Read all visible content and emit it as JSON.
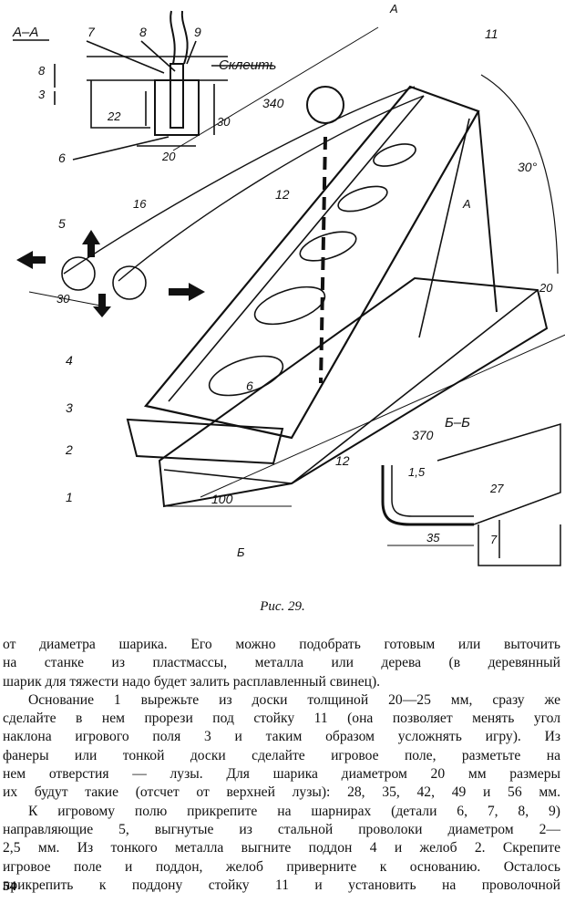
{
  "figure": {
    "section_aa": "А–А",
    "section_bb": "Б–Б",
    "section_mark_a": "А",
    "section_mark_b": "Б",
    "glue_label": "Склеить",
    "parts": [
      "1",
      "2",
      "3",
      "4",
      "5",
      "6",
      "7",
      "8",
      "9",
      "11",
      "12",
      "12",
      "6"
    ],
    "dims": {
      "d8": "8",
      "d3": "3",
      "d22": "22",
      "d30": "30",
      "d20": "20",
      "d340": "340",
      "d16": "16",
      "d30b": "30",
      "d30deg": "30°",
      "d20r": "20",
      "d370": "370",
      "d100": "100",
      "d15": "1,5",
      "d27": "27",
      "d35": "35",
      "d7": "7"
    }
  },
  "caption": "Рис. 29.",
  "paragraphs": [
    [
      "от диаметра шарика. Его можно подобрать готовым или выточить",
      "на станке из пластмассы, металла или дерева (в деревянный",
      "шарик для тяжести надо будет залить расплавленный свинец)."
    ],
    [
      "Основание 1 вырежьте из доски толщиной 20—25 мм, сразу же",
      "сделайте в нем прорези под стойку 11 (она позволяет менять угол",
      "наклона игрового поля 3 и таким образом усложнять игру). Из",
      "фанеры или тонкой доски сделайте игровое поле, разметьте на",
      "нем отверстия — лузы. Для шарика диаметром 20 мм размеры",
      "их будут такие (отсчет от верхней лузы): 28, 35, 42, 49 и 56 мм."
    ],
    [
      "К игровому полю прикрепите на шарнирах (детали 6, 7, 8, 9)",
      "направляющие 5, выгнутые из стальной проволоки диаметром 2—",
      "2,5 мм. Из тонкого металла выгните поддон 4 и желоб 2. Скрепите",
      "игровое поле и поддон, желоб приверните к основанию. Осталось",
      "прикрепить к поддону стойку 11 и установить на проволочной"
    ]
  ],
  "page_number": "54"
}
